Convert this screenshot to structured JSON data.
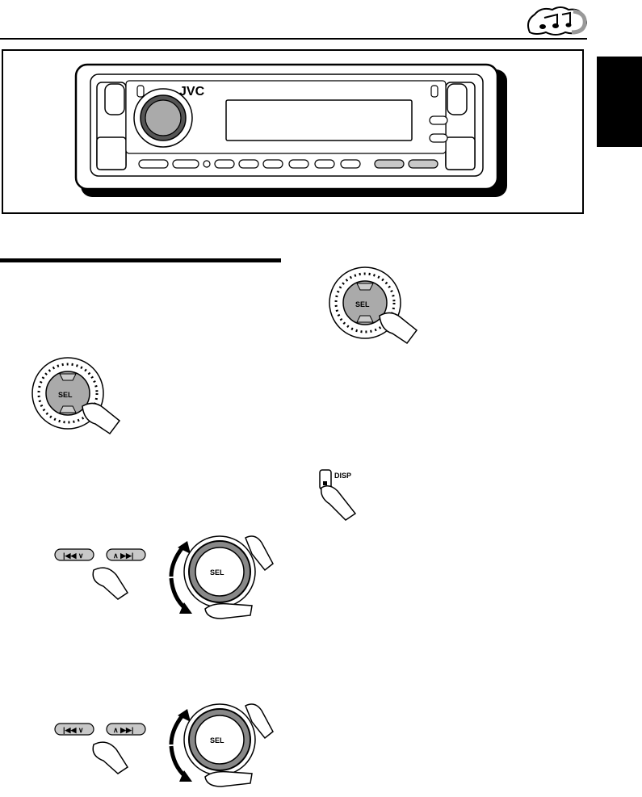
{
  "brand": "JVC",
  "labels": {
    "sel": "SEL",
    "disp": "DISP"
  },
  "colors": {
    "ink": "#000000",
    "english_tab": "#000000",
    "button_gray": "#c8c8c8",
    "knob_gray": "#9a9a9a"
  },
  "icons": [
    "music-notes-icon",
    "skip-back-down-icon",
    "up-skip-forward-icon",
    "rotate-arrows-icon",
    "finger-press-icon"
  ]
}
